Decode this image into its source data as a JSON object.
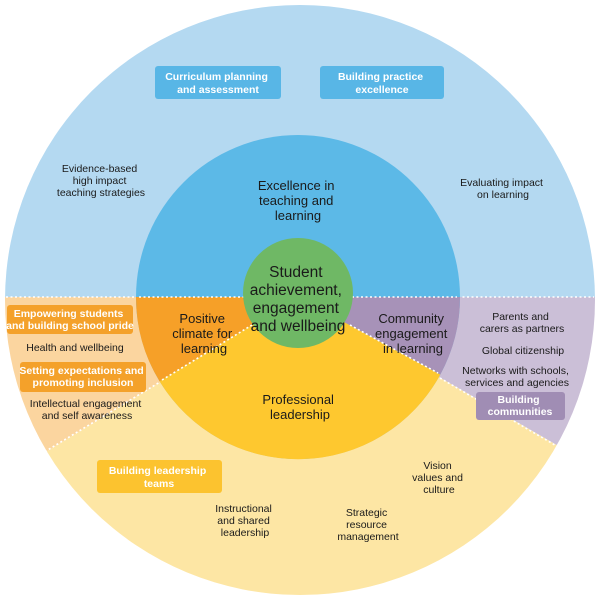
{
  "core": {
    "lines": [
      "Student",
      "achievement,",
      "engagement",
      "and wellbeing"
    ]
  },
  "domains": {
    "excellence": {
      "lines": [
        "Excellence in",
        "teaching and",
        "learning"
      ]
    },
    "climate": {
      "lines": [
        "Positive",
        "climate for",
        "learning"
      ]
    },
    "community": {
      "lines": [
        "Community",
        "engagement",
        "in learning"
      ]
    },
    "leadership": {
      "lines": [
        "Professional",
        "leadership"
      ]
    }
  },
  "excellence_initiatives": {
    "curriculum": [
      "Curriculum planning",
      "and assessment"
    ],
    "practice": [
      "Building practice",
      "excellence"
    ]
  },
  "excellence_dimensions": {
    "evidence": [
      "Evidence-based",
      "high impact",
      "teaching strategies"
    ],
    "evaluating": [
      "Evaluating impact",
      "on learning"
    ]
  },
  "climate_initiatives": {
    "empowering": [
      "Empowering students",
      "and building school pride"
    ],
    "expectations": [
      "Setting expectations and",
      "promoting inclusion"
    ]
  },
  "climate_dimensions": {
    "health": [
      "Health and wellbeing"
    ],
    "intellectual": [
      "Intellectual engagement",
      "and self awareness"
    ]
  },
  "community_dimensions": {
    "parents": [
      "Parents and",
      "carers as partners"
    ],
    "global": [
      "Global citizenship"
    ],
    "networks": [
      "Networks with schools,",
      "services and agencies"
    ]
  },
  "community_initiatives": {
    "building": [
      "Building",
      "communities"
    ]
  },
  "leadership_initiatives": {
    "teams": [
      "Building leadership",
      "teams"
    ]
  },
  "leadership_dimensions": {
    "instructional": [
      "Instructional",
      "and shared",
      "leadership"
    ],
    "strategic": [
      "Strategic",
      "resource",
      "management"
    ],
    "vision": [
      "Vision",
      "values and",
      "culture"
    ]
  },
  "colors": {
    "excellence_outer": "#b4d9f1",
    "excellence_inner": "#5cb9e7",
    "excellence_box": "#58b6e6",
    "climate_outer": "#fbd59f",
    "climate_inner": "#f6a028",
    "climate_box": "#f4a12a",
    "community_outer": "#cbbfd7",
    "community_inner": "#a792b8",
    "community_box": "#a08db4",
    "leadership_outer": "#fde6a4",
    "leadership_inner": "#fec82f",
    "leadership_box": "#fcc32f",
    "core": "#6fb865"
  }
}
